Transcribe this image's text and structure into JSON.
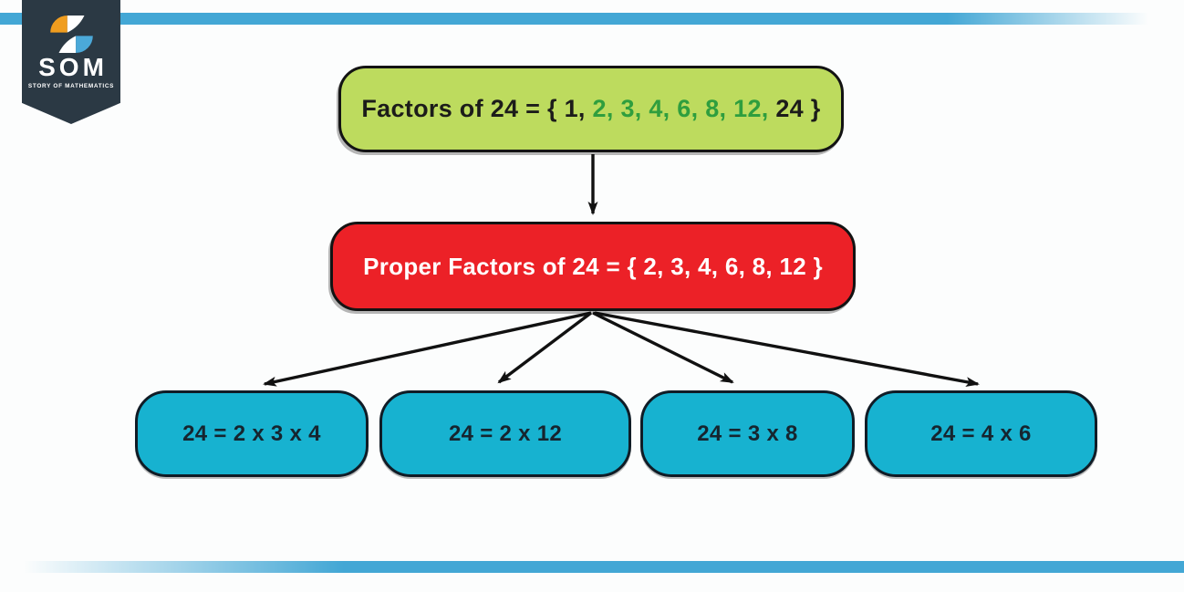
{
  "brand": {
    "name": "SOM",
    "tagline": "STORY OF MATHEMATICS",
    "badge_color": "#2b3944",
    "icon_colors": {
      "orange": "#f09d1f",
      "blue": "#4ba9d9",
      "white": "#ffffff"
    }
  },
  "decor": {
    "accent_bar_color": "#43a7d5"
  },
  "diagram": {
    "factors_box": {
      "fill": "#bddb5e",
      "border_color": "#131313",
      "segments": [
        {
          "text": "Factors of 24 = { 1, ",
          "color": "#1c1c1a"
        },
        {
          "text": "2, 3, 4, 6, 8, 12,",
          "color": "#2f9e3e"
        },
        {
          "text": " 24 }",
          "color": "#1c1c1a"
        }
      ]
    },
    "proper_factors_box": {
      "fill": "#ec2127",
      "text": "Proper Factors of 24 = { 2, 3, 4, 6, 8, 12 }",
      "text_color": "#ffffff"
    },
    "factorization_boxes": {
      "fill": "#17b2d0",
      "text_color": "#16252f",
      "items": [
        {
          "text": "24 = 2 x 3 x 4"
        },
        {
          "text": "24 = 2 x 12"
        },
        {
          "text": "24 = 3 x 8"
        },
        {
          "text": "24 = 4 x 6"
        }
      ]
    }
  }
}
